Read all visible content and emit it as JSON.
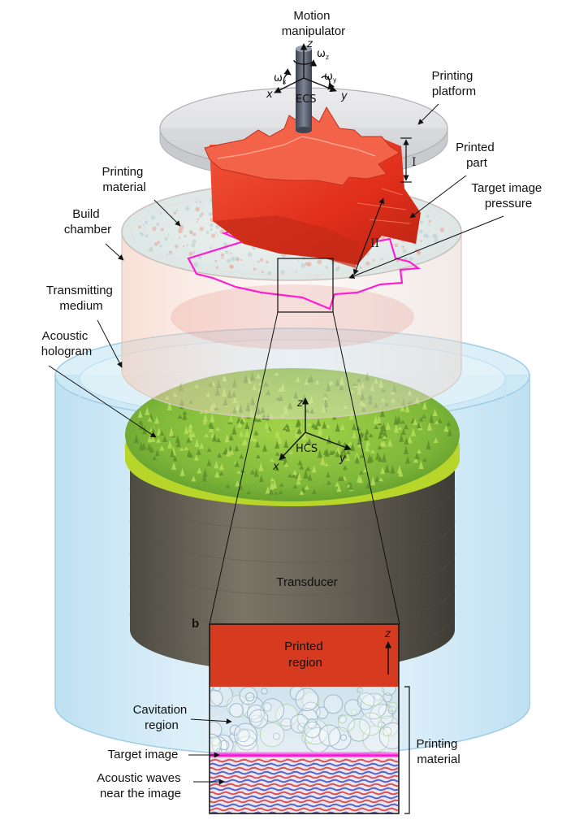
{
  "labels": {
    "motion_manipulator": [
      "Motion",
      "manipulator"
    ],
    "printing_platform": [
      "Printing",
      "platform"
    ],
    "printed_part": [
      "Printed",
      "part"
    ],
    "printing_material_top": [
      "Printing",
      "material"
    ],
    "build_chamber": [
      "Build",
      "chamber"
    ],
    "target_image_pressure": [
      "Target image",
      "pressure"
    ],
    "transmitting_medium": [
      "Transmitting",
      "medium"
    ],
    "acoustic_hologram": [
      "Acoustic",
      "hologram"
    ],
    "transducer": "Transducer"
  },
  "ecs": {
    "name": "ECS",
    "z": "z",
    "x": "x",
    "y": "y",
    "omega": "ω",
    "sub_x": "x",
    "sub_y": "y",
    "sub_z": "z"
  },
  "hcs": {
    "name": "HCS",
    "z": "z",
    "x": "x",
    "y": "y"
  },
  "dimensions": {
    "I": "I",
    "II": "II"
  },
  "inset": {
    "panel_letter": "b",
    "printed_region": [
      "Printed",
      "region"
    ],
    "axis_z": "z",
    "cavitation_region": [
      "Cavitation",
      "region"
    ],
    "target_image": "Target image",
    "acoustic_waves": [
      "Acoustic waves",
      "near the image"
    ],
    "printing_material": [
      "Printing",
      "material"
    ]
  },
  "colors": {
    "printed_part": "#e8321f",
    "target_outline": "#ff1fd0",
    "hologram": "#8dc63f",
    "transducer": "#6a6557",
    "outer_tank": "#bfe2f3",
    "printed_region": "#d63a1f",
    "wave_red": "#d23a3a",
    "wave_blue": "#3a4fd2"
  }
}
